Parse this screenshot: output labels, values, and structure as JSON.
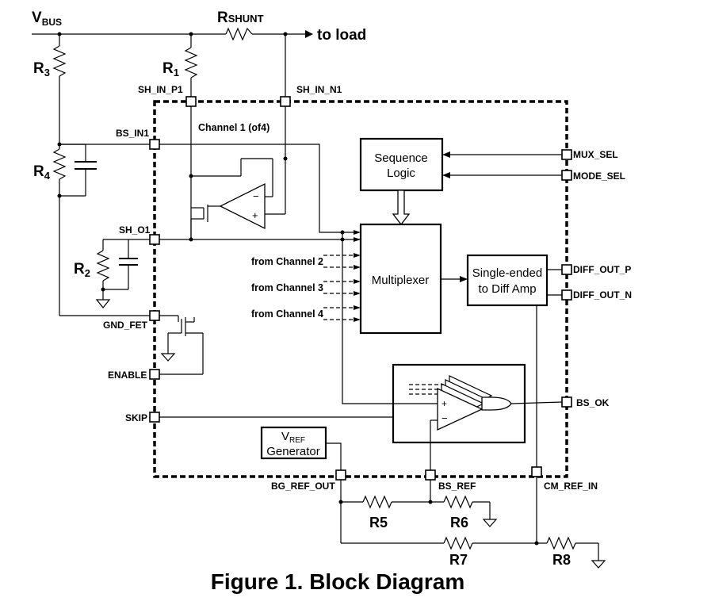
{
  "labels": {
    "vbus_main": "V",
    "vbus_sub": "BUS",
    "rshunt_main": "R",
    "rshunt_sub": "SHUNT",
    "to_load": "to load",
    "r1_main": "R",
    "r1_sub": "1",
    "r2_main": "R",
    "r2_sub": "2",
    "r3_main": "R",
    "r3_sub": "3",
    "r4_main": "R",
    "r4_sub": "4",
    "r5": "R5",
    "r6": "R6",
    "r7": "R7",
    "r8": "R8",
    "channel1": "Channel 1 (of4)",
    "from_ch2": "from Channel  2",
    "from_ch3": "from Channel  3",
    "from_ch4": "from Channel  4",
    "figure_caption": "Figure 1. Block Diagram"
  },
  "pins": {
    "sh_in_p1": "SH_IN_P1",
    "sh_in_n1": "SH_IN_N1",
    "bs_in1": "BS_IN1",
    "sh_o1": "SH_O1",
    "gnd_fet": "GND_FET",
    "enable": "ENABLE",
    "skip": "SKIP",
    "mux_sel": "MUX_SEL",
    "mode_sel": "MODE_SEL",
    "diff_out_p": "DIFF_OUT_P",
    "diff_out_n": "DIFF_OUT_N",
    "bs_ok": "BS_OK",
    "bg_ref_out": "BG_REF_OUT",
    "bs_ref": "BS_REF",
    "cm_ref_in": "CM_REF_IN"
  },
  "blocks": {
    "sequence_logic_line1": "Sequence",
    "sequence_logic_line2": "Logic",
    "multiplexer": "Multiplexer",
    "diff_amp_line1": "Single-ended",
    "diff_amp_line2": "to Diff Amp",
    "vref_main": "V",
    "vref_sub": "REF",
    "vref_line2": "Generator"
  },
  "opamp_signs": {
    "minus": "−",
    "plus": "+"
  }
}
